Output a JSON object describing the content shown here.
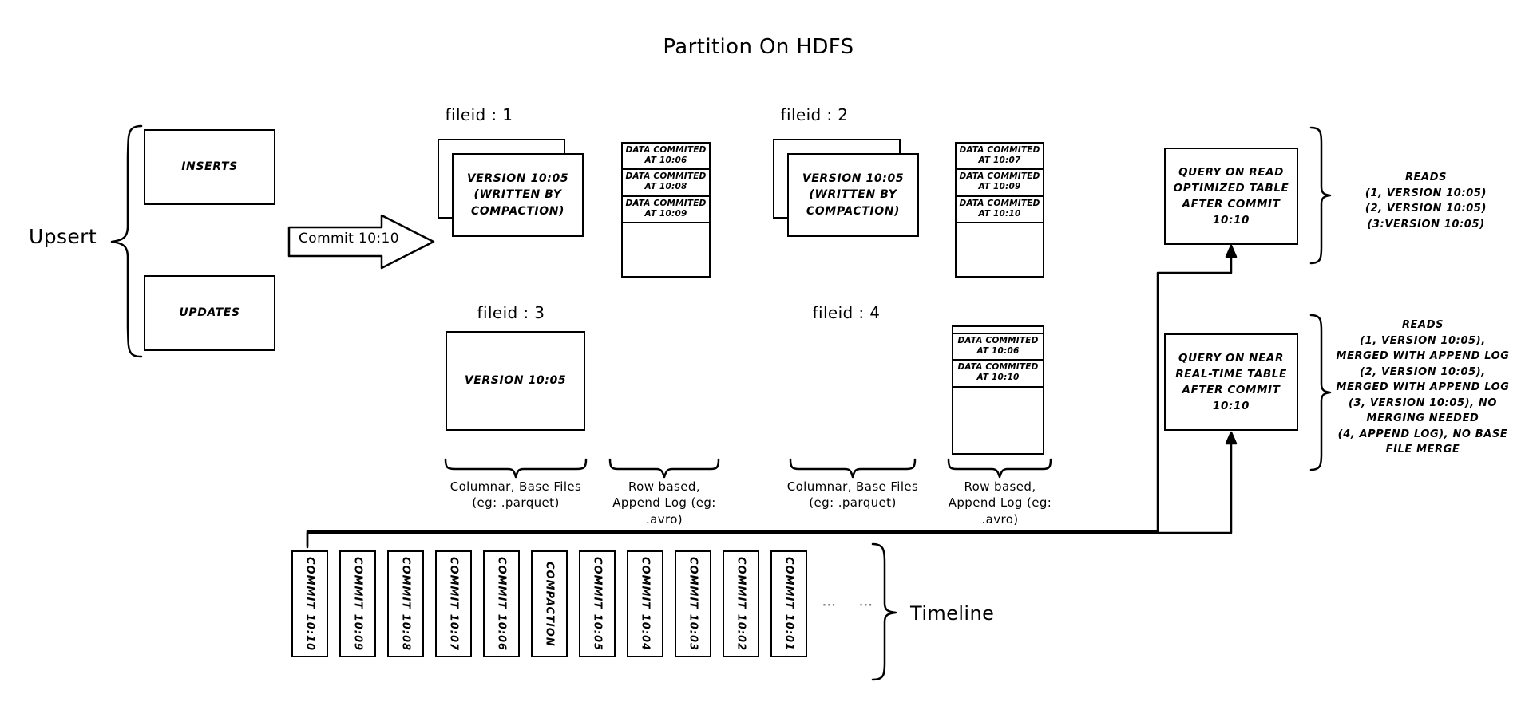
{
  "title": "Partition On HDFS",
  "upsert": {
    "label": "Upsert",
    "inserts_label": "INSERTS",
    "updates_label": "UPDATES"
  },
  "commit_arrow": {
    "label": "Commit 10:10"
  },
  "file_groups": [
    {
      "id": "fileid-1",
      "header": "fileid : 1",
      "base_file_label": "VERSION 10:05\n(WRITTEN BY\nCOMPACTION)",
      "base_file_lines": [
        "VERSION 10:05",
        "(WRITTEN BY",
        "COMPACTION)"
      ],
      "stacked": true,
      "log_rows": [
        "DATA COMMITED\nAT 10:06",
        "DATA COMMITED\nAT 10:08",
        "DATA COMMITED\nAT 10:09"
      ],
      "log_rows_lines": [
        [
          "DATA COMMITED",
          "AT 10:06"
        ],
        [
          "DATA COMMITED",
          "AT 10:08"
        ],
        [
          "DATA COMMITED",
          "AT 10:09"
        ]
      ]
    },
    {
      "id": "fileid-2",
      "header": "fileid : 2",
      "base_file_lines": [
        "VERSION 10:05",
        "(WRITTEN BY",
        "COMPACTION)"
      ],
      "stacked": true,
      "log_rows_lines": [
        [
          "DATA COMMITED",
          "AT 10:07"
        ],
        [
          "DATA COMMITED",
          "AT 10:09"
        ],
        [
          "DATA COMMITED",
          "AT 10:10"
        ]
      ]
    },
    {
      "id": "fileid-3",
      "header": "fileid : 3",
      "base_file_lines": [
        "VERSION 10:05"
      ],
      "stacked": false,
      "log_rows_lines": []
    },
    {
      "id": "fileid-4",
      "header": "fileid : 4",
      "base_file_lines": [],
      "stacked": false,
      "log_rows_lines": [
        [
          "DATA COMMITED",
          "AT 10:06"
        ],
        [
          "DATA COMMITED",
          "AT 10:10"
        ]
      ]
    }
  ],
  "captions": {
    "columnar_left": "Columnar, Base Files\n(eg: .parquet)",
    "columnar_left_lines": [
      "Columnar, Base Files",
      "(eg: .parquet)"
    ],
    "rowbased_left_lines": [
      "Row based,",
      "Append Log  (eg:",
      ".avro)"
    ],
    "columnar_right_lines": [
      "Columnar, Base Files",
      "(eg: .parquet)"
    ],
    "rowbased_right_lines": [
      "Row based,",
      "Append Log  (eg:",
      ".avro)"
    ]
  },
  "queries": [
    {
      "id": "read-optimized",
      "box_lines": [
        "QUERY ON READ",
        "OPTIMIZED TABLE",
        "AFTER COMMIT",
        "10:10"
      ],
      "reads_lines": [
        "READS",
        "(1, VERSION 10:05)",
        "(2, VERSION 10:05)",
        "(3:VERSION 10:05)"
      ]
    },
    {
      "id": "near-real-time",
      "box_lines": [
        "QUERY ON NEAR",
        "REAL-TIME TABLE",
        "AFTER COMMIT",
        "10:10"
      ],
      "reads_lines": [
        "READS",
        "(1, VERSION 10:05),",
        "MERGED WITH APPEND LOG",
        "(2, VERSION 10:05),",
        "MERGED WITH APPEND LOG",
        "(3, VERSION 10:05), NO",
        "MERGING NEEDED",
        "(4, APPEND LOG), NO BASE",
        "FILE MERGE"
      ]
    }
  ],
  "timeline": {
    "label": "Timeline",
    "dots": "⋮",
    "cells": [
      "COMMIT  10:10",
      "COMMIT  10:09",
      "COMMIT  10:08",
      "COMMIT  10:07",
      "COMMIT  10:06",
      "COMPACTION",
      "COMMIT  10:05",
      "COMMIT  10:04",
      "COMMIT  10:03",
      "COMMIT  10:02",
      "COMMIT  10:01"
    ]
  },
  "colors": {
    "ink": "#000000",
    "paper": "#ffffff"
  }
}
